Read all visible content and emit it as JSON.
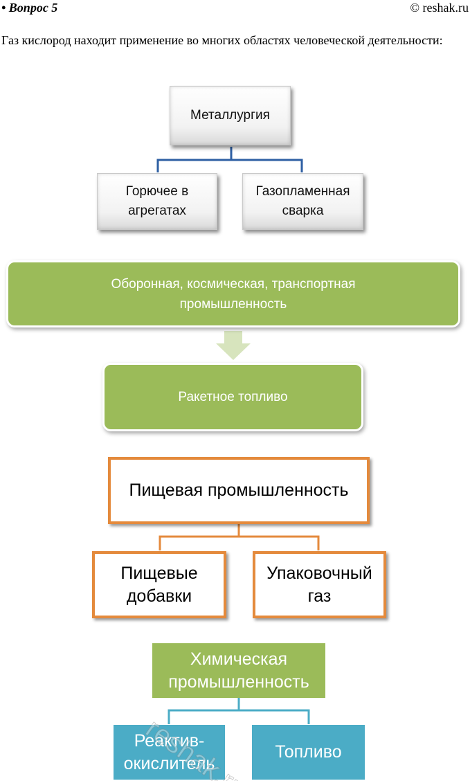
{
  "header": {
    "question_title": "• Вопрос 5",
    "copyright": "© reshak.ru"
  },
  "intro": "Газ кислород находит применение во многих областях человеческой деятельности:",
  "metallurgy": {
    "root": "Металлургия",
    "children": [
      "Горючее в агрегатах",
      "Газопламенная сварка"
    ]
  },
  "defense": {
    "top": "Оборонная, космическая, транспортная промышленность",
    "bottom": "Ракетное топливо"
  },
  "food": {
    "root": "Пищевая промышленность",
    "children": [
      "Пищевые добавки",
      "Упаковочный газ"
    ]
  },
  "chemical": {
    "root": "Химическая промышленность",
    "children": [
      "Реактив-окислитель",
      "Топливо"
    ]
  },
  "watermark": "reshak.ru",
  "colors": {
    "metallurgy_connector": "#2e5fa3",
    "green": "#9bbb59",
    "arrow": "#d7e4bd",
    "orange": "#e48a3c",
    "cyan": "#4bacc6"
  }
}
